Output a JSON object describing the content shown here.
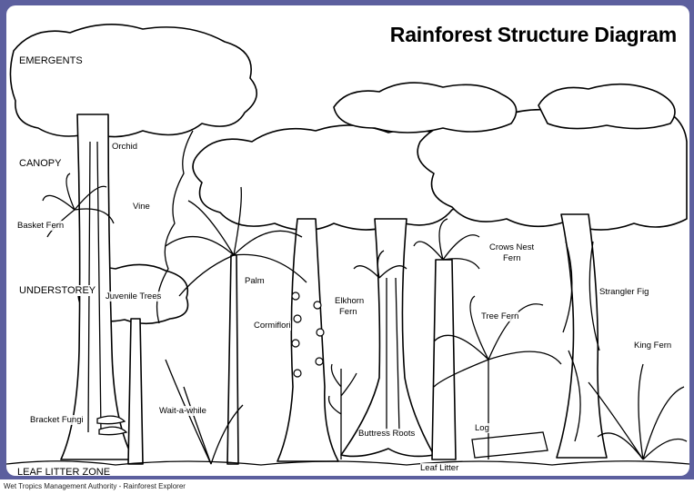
{
  "title": "Rainforest Structure Diagram",
  "layers": {
    "emergents": "EMERGENTS",
    "canopy": "CANOPY",
    "understorey": "UNDERSTOREY",
    "leaf_litter_zone": "LEAF LITTER ZONE"
  },
  "labels": {
    "orchid": "Orchid",
    "vine": "Vine",
    "basket_fern": "Basket Fern",
    "juvenile_trees": "Juvenile Trees",
    "palm": "Palm",
    "cormiflori": "Cormiflori",
    "elkhorn_fern_1": "Elkhorn",
    "elkhorn_fern_2": "Fern",
    "crows_nest_fern_1": "Crows Nest",
    "crows_nest_fern_2": "Fern",
    "strangler_fig": "Strangler Fig",
    "tree_fern": "Tree Fern",
    "king_fern": "King Fern",
    "bracket_fungi": "Bracket Fungi",
    "wait_a_while": "Wait-a-while",
    "buttress_roots": "Buttress Roots",
    "log": "Log",
    "leaf_litter": "Leaf Litter"
  },
  "credit": "Wet Tropics Management Authority - Rainforest Explorer"
}
